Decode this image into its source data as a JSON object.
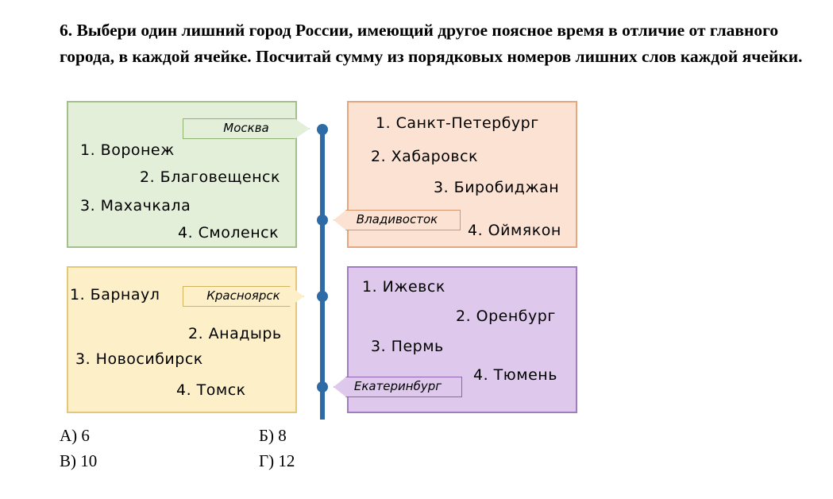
{
  "question": "6. Выбери один лишний город России, имеющий другое поясное время в отличие от главного города, в каждой ячейке. Посчитай сумму из порядковых номеров лишних слов каждой ячейки.",
  "cells": [
    {
      "main": "Москва",
      "color": "#e3efd9",
      "items": [
        "1. Воронеж",
        "2. Благовещенск",
        "3. Махачкала",
        "4. Смоленск"
      ]
    },
    {
      "main": "Владивосток",
      "color": "#fbe2d2",
      "items": [
        "1. Санкт-Петербург",
        "2. Хабаровск",
        "3. Биробиджан",
        "4. Оймякон"
      ]
    },
    {
      "main": "Красноярск",
      "color": "#fdf0c9",
      "items": [
        "1. Барнаул",
        "2. Анадырь",
        "3. Новосибирск",
        "4. Томск"
      ]
    },
    {
      "main": "Екатеринбург",
      "color": "#dec9ec",
      "items": [
        "1. Ижевск",
        "2. Оренбург",
        "3. Пермь",
        "4. Тюмень"
      ]
    }
  ],
  "answers": [
    "А) 6",
    "Б) 8",
    "В) 10",
    "Г) 12"
  ]
}
